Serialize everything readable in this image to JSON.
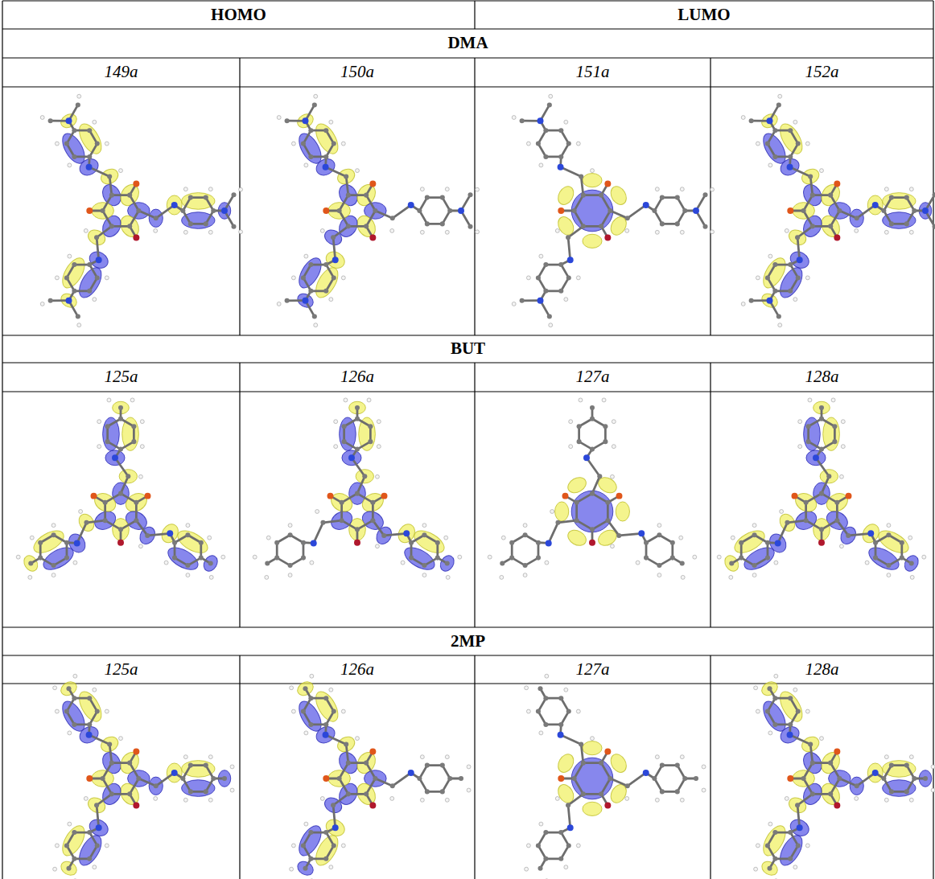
{
  "diagram": {
    "labels": [
      "HOMO",
      "LUMO",
      "DMA",
      "149a",
      "150a",
      "151a",
      "152a",
      "BUT",
      "125a",
      "126a",
      "127a",
      "128a",
      "2MP",
      "125a",
      "126a",
      "127a",
      "128a"
    ]
  }
}
